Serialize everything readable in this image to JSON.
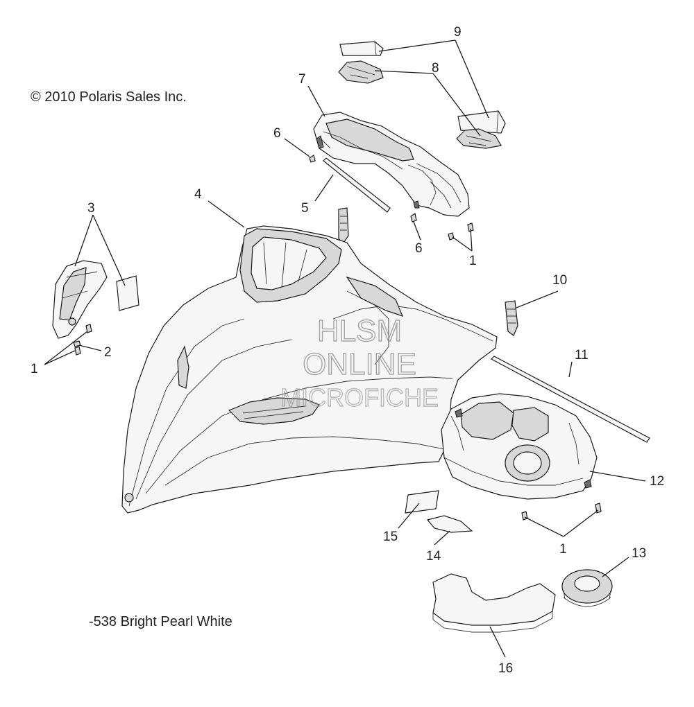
{
  "copyright": "© 2010 Polaris Sales Inc.",
  "color_note": "-538 Bright Pearl White",
  "watermark": [
    "HLSM",
    "ONLINE",
    "MICROFICHE"
  ],
  "callouts": [
    {
      "id": "c9",
      "text": "9"
    },
    {
      "id": "c8",
      "text": "8"
    },
    {
      "id": "c7",
      "text": "7"
    },
    {
      "id": "c6a",
      "text": "6"
    },
    {
      "id": "c5",
      "text": "5"
    },
    {
      "id": "c6b",
      "text": "6"
    },
    {
      "id": "c1a",
      "text": "1"
    },
    {
      "id": "c4",
      "text": "4"
    },
    {
      "id": "c3",
      "text": "3"
    },
    {
      "id": "c2",
      "text": "2"
    },
    {
      "id": "c1b",
      "text": "1"
    },
    {
      "id": "c10",
      "text": "10"
    },
    {
      "id": "c11",
      "text": "11"
    },
    {
      "id": "c12",
      "text": "12"
    },
    {
      "id": "c1c",
      "text": "1"
    },
    {
      "id": "c15",
      "text": "15"
    },
    {
      "id": "c14",
      "text": "14"
    },
    {
      "id": "c13",
      "text": "13"
    },
    {
      "id": "c16",
      "text": "16"
    }
  ]
}
